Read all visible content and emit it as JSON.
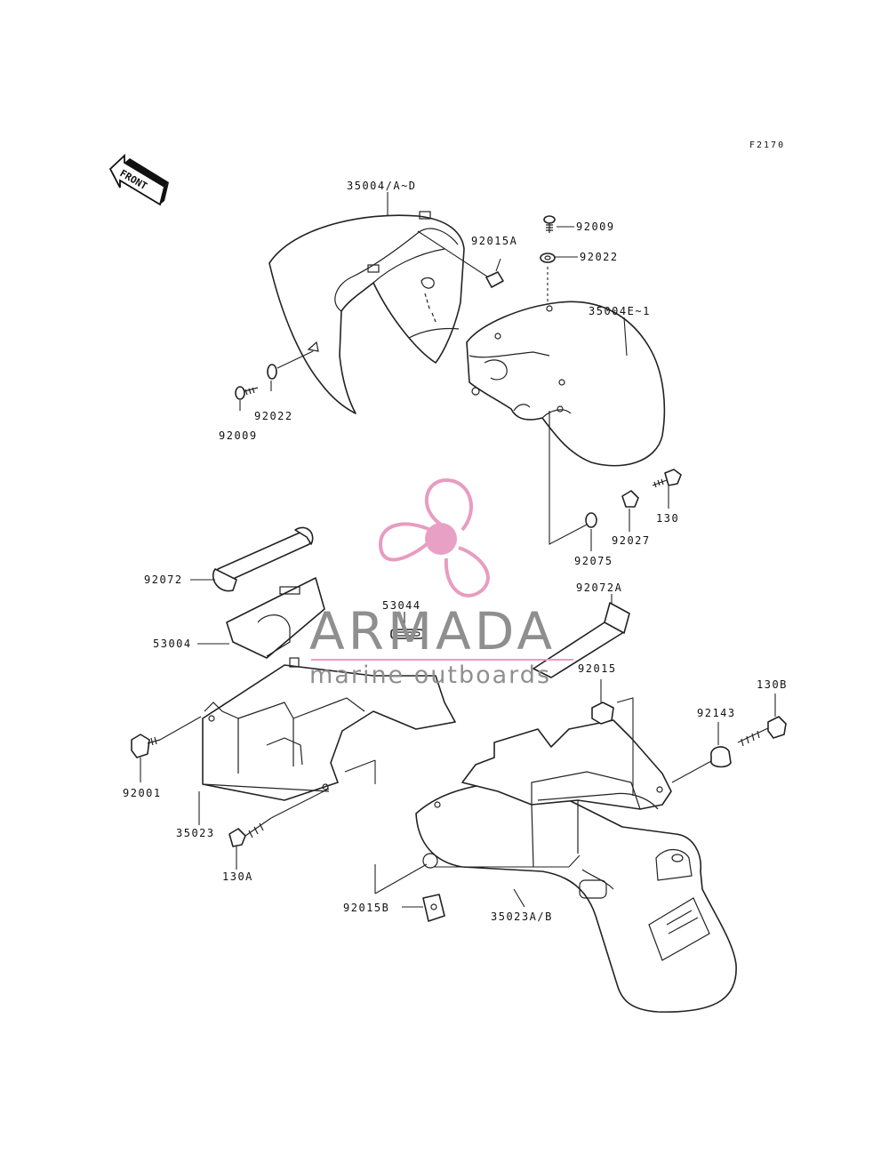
{
  "figure_code": "F2170",
  "front_label": "FRONT",
  "part_labels": {
    "front_fender_left": "35004/A~D",
    "front_fender_right": "35004E~1",
    "bolt_92009_top": "92009",
    "washer_92022_top": "92022",
    "nut_92015a": "92015A",
    "washer_92022_left": "92022",
    "bolt_92009_left": "92009",
    "bolt_130": "130",
    "grommet_92027": "92027",
    "washer_92075": "92075",
    "band_92072": "92072",
    "cover_53004": "53004",
    "pad_53044": "53044",
    "band_92072a": "92072A",
    "nut_92015": "92015",
    "bolt_130b": "130B",
    "collar_92143": "92143",
    "bolt_92001": "92001",
    "rear_fender_front": "35023",
    "bolt_130a": "130A",
    "nut_92015b": "92015B",
    "rear_fender_rear": "35023A/B"
  },
  "watermark": {
    "title": "ARMADA",
    "subtitle": "marine outboards",
    "logo_color": "#e89cc0",
    "logo_center_color": "#e8a0c4",
    "text_color": "#8f8f8f"
  }
}
